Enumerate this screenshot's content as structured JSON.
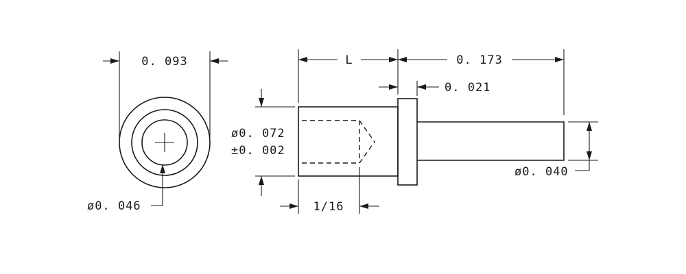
{
  "drawing": {
    "end_view": {
      "outer_diameter": "0. 093",
      "bore_diameter": "ø0. 046"
    },
    "side_view": {
      "length": "L",
      "pin_length": "0. 173",
      "flange_thickness": "0. 021",
      "body_diameter": "ø0. 072",
      "body_tolerance": "±0. 002",
      "bore_depth": "1/16",
      "pin_diameter": "ø0. 040"
    }
  }
}
